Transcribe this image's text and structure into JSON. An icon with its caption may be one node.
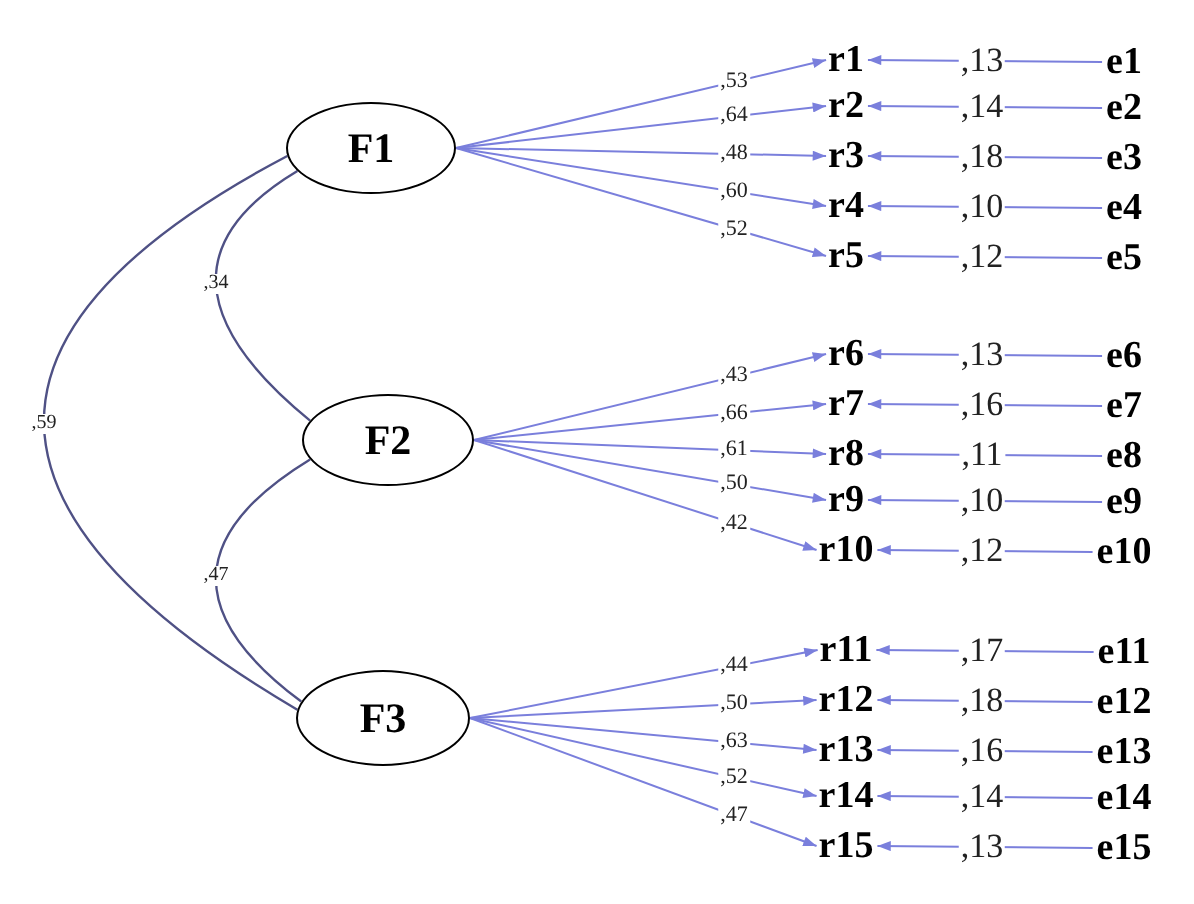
{
  "diagram": {
    "nodes": [
      {
        "text": [
          "F1"
        ]
      },
      {
        "text": [
          "F2"
        ]
      },
      {
        "text": [
          "F3"
        ]
      },
      {
        "text": [
          "r1"
        ]
      },
      {
        "text": [
          "r2"
        ]
      },
      {
        "text": [
          "r3"
        ]
      },
      {
        "text": [
          "r4"
        ]
      },
      {
        "text": [
          "r5"
        ]
      },
      {
        "text": [
          "r6"
        ]
      },
      {
        "text": [
          "r7"
        ]
      },
      {
        "text": [
          "r8"
        ]
      },
      {
        "text": [
          "r9"
        ]
      },
      {
        "text": [
          "r10"
        ]
      },
      {
        "text": [
          "r11"
        ]
      },
      {
        "text": [
          "r12"
        ]
      },
      {
        "text": [
          "r13"
        ]
      },
      {
        "text": [
          "r14"
        ]
      },
      {
        "text": [
          "r15"
        ]
      },
      {
        "text": [
          "e1"
        ]
      },
      {
        "text": [
          "e2"
        ]
      },
      {
        "text": [
          "e3"
        ]
      },
      {
        "text": [
          "e4"
        ]
      },
      {
        "text": [
          "e5"
        ]
      },
      {
        "text": [
          "e6"
        ]
      },
      {
        "text": [
          "e7"
        ]
      },
      {
        "text": [
          "e8"
        ]
      },
      {
        "text": [
          "e9"
        ]
      },
      {
        "text": [
          "e10"
        ]
      },
      {
        "text": [
          "e11"
        ]
      },
      {
        "text": [
          "e12"
        ]
      },
      {
        "text": [
          "e13"
        ]
      },
      {
        "text": [
          "e14"
        ]
      },
      {
        "text": [
          "e15"
        ]
      }
    ],
    "edges": [
      {
        "from": 0,
        "to": 3,
        "arrow": "to",
        "label": ",53"
      },
      {
        "from": 0,
        "to": 4,
        "arrow": "to",
        "label": ",64"
      },
      {
        "from": 0,
        "to": 5,
        "arrow": "to",
        "label": ",48"
      },
      {
        "from": 0,
        "to": 6,
        "arrow": "to",
        "label": ",60"
      },
      {
        "from": 0,
        "to": 7,
        "arrow": "to",
        "label": ",52"
      },
      {
        "from": 1,
        "to": 8,
        "arrow": "to",
        "label": ",43"
      },
      {
        "from": 1,
        "to": 9,
        "arrow": "to",
        "label": ",66"
      },
      {
        "from": 1,
        "to": 10,
        "arrow": "to",
        "label": ",61"
      },
      {
        "from": 1,
        "to": 11,
        "arrow": "to",
        "label": ",50"
      },
      {
        "from": 1,
        "to": 12,
        "arrow": "to",
        "label": ",42"
      },
      {
        "from": 2,
        "to": 13,
        "arrow": "to",
        "label": ",44"
      },
      {
        "from": 2,
        "to": 14,
        "arrow": "to",
        "label": ",50"
      },
      {
        "from": 2,
        "to": 15,
        "arrow": "to",
        "label": ",63"
      },
      {
        "from": 2,
        "to": 16,
        "arrow": "to",
        "label": ",52"
      },
      {
        "from": 2,
        "to": 17,
        "arrow": "to",
        "label": ",47"
      },
      {
        "from": 18,
        "to": 3,
        "arrow": "to",
        "label": ",13"
      },
      {
        "from": 19,
        "to": 4,
        "arrow": "to",
        "label": ",14"
      },
      {
        "from": 20,
        "to": 5,
        "arrow": "to",
        "label": ",18"
      },
      {
        "from": 21,
        "to": 6,
        "arrow": "to",
        "label": ",10"
      },
      {
        "from": 22,
        "to": 7,
        "arrow": "to",
        "label": ",12"
      },
      {
        "from": 23,
        "to": 8,
        "arrow": "to",
        "label": ",13"
      },
      {
        "from": 24,
        "to": 9,
        "arrow": "to",
        "label": ",16"
      },
      {
        "from": 25,
        "to": 10,
        "arrow": "to",
        "label": ",11"
      },
      {
        "from": 26,
        "to": 11,
        "arrow": "to",
        "label": ",10"
      },
      {
        "from": 27,
        "to": 12,
        "arrow": "to",
        "label": ",12"
      },
      {
        "from": 28,
        "to": 13,
        "arrow": "to",
        "label": ",17"
      },
      {
        "from": 29,
        "to": 14,
        "arrow": "to",
        "label": ",18"
      },
      {
        "from": 30,
        "to": 15,
        "arrow": "to",
        "label": ",16"
      },
      {
        "from": 31,
        "to": 16,
        "arrow": "to",
        "label": ",14"
      },
      {
        "from": 32,
        "to": 17,
        "arrow": "to",
        "label": ",13"
      },
      {
        "from": 0,
        "to": 1,
        "arrow": "none",
        "label": ",34",
        "color": "#4f5185"
      },
      {
        "from": 1,
        "to": 2,
        "arrow": "none",
        "label": ",47",
        "color": "#4f5185"
      },
      {
        "from": 0,
        "to": 2,
        "arrow": "none",
        "label": ",59",
        "color": "#4f5185"
      }
    ]
  }
}
